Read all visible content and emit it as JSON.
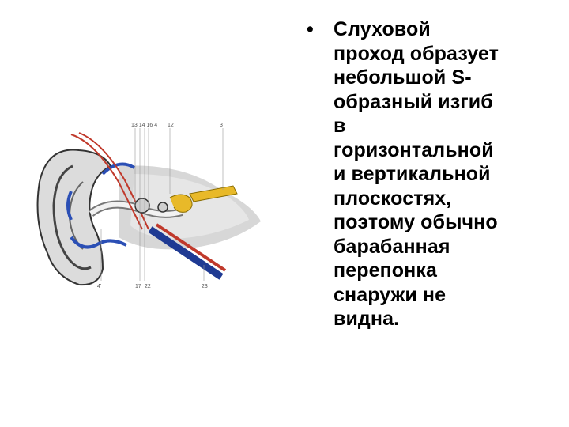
{
  "slide": {
    "bullet_symbol": "•",
    "text_lines": [
      "Слуховой",
      "проход образует",
      "небольшой S-",
      "образный изгиб",
      "в",
      "горизонтальной",
      "и вертикальной",
      "плоскостях,",
      "поэтому обычно",
      "барабанная",
      "перепонка",
      "снаружи не",
      "видна."
    ]
  },
  "figure": {
    "labels": [
      "13 14 16  4",
      "12",
      "3",
      "4'",
      "17",
      "22",
      "23"
    ]
  }
}
